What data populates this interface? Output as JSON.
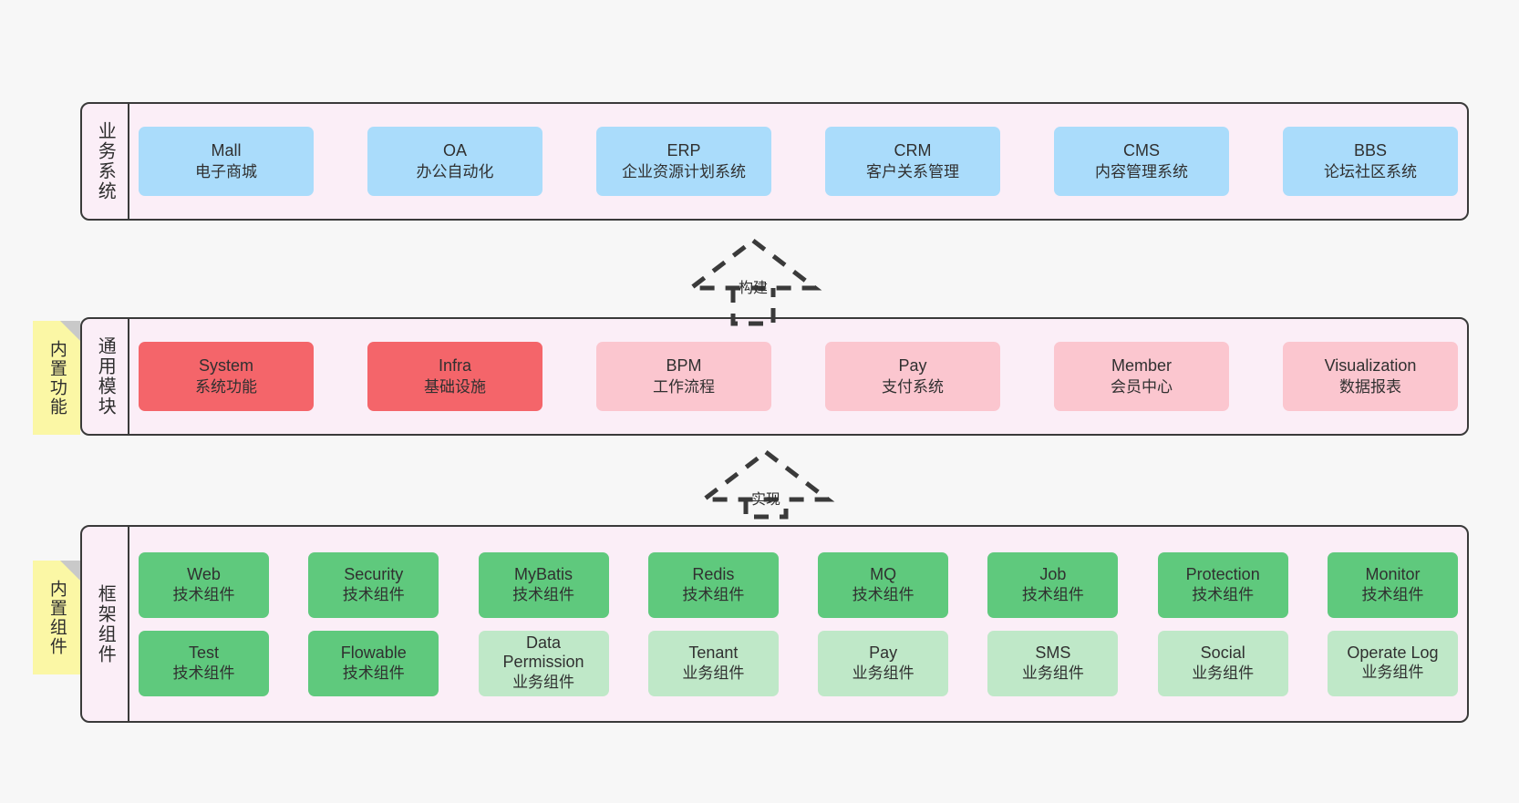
{
  "diagram": {
    "title": "ruoyi-vue-pro architecture layers",
    "background": "#f7f7f7",
    "band_bg": "#fbeef7",
    "band_border": "#3a3a3a",
    "note_bg": "#fbf7a5",
    "colors": {
      "blue": "#aadcfb",
      "red": "#f4656a",
      "pink": "#fbc6cf",
      "green": "#5fc97d",
      "light_green": "#bfe8c8"
    }
  },
  "layers": {
    "business": {
      "label": "业务系统",
      "cards": [
        {
          "en": "Mall",
          "cn": "电子商城"
        },
        {
          "en": "OA",
          "cn": "办公自动化"
        },
        {
          "en": "ERP",
          "cn": "企业资源计划系统"
        },
        {
          "en": "CRM",
          "cn": "客户关系管理"
        },
        {
          "en": "CMS",
          "cn": "内容管理系统"
        },
        {
          "en": "BBS",
          "cn": "论坛社区系统"
        }
      ]
    },
    "common": {
      "label": "通用模块",
      "note": "内置功能",
      "cards": [
        {
          "en": "System",
          "cn": "系统功能",
          "color": "red"
        },
        {
          "en": "Infra",
          "cn": "基础设施",
          "color": "red"
        },
        {
          "en": "BPM",
          "cn": "工作流程",
          "color": "pink"
        },
        {
          "en": "Pay",
          "cn": "支付系统",
          "color": "pink"
        },
        {
          "en": "Member",
          "cn": "会员中心",
          "color": "pink"
        },
        {
          "en": "Visualization",
          "cn": "数据报表",
          "color": "pink"
        }
      ]
    },
    "framework": {
      "label": "框架组件",
      "note": "内置组件",
      "row1": [
        {
          "en": "Web",
          "cn": "技术组件",
          "color": "green"
        },
        {
          "en": "Security",
          "cn": "技术组件",
          "color": "green"
        },
        {
          "en": "MyBatis",
          "cn": "技术组件",
          "color": "green"
        },
        {
          "en": "Redis",
          "cn": "技术组件",
          "color": "green"
        },
        {
          "en": "MQ",
          "cn": "技术组件",
          "color": "green"
        },
        {
          "en": "Job",
          "cn": "技术组件",
          "color": "green"
        },
        {
          "en": "Protection",
          "cn": "技术组件",
          "color": "green"
        },
        {
          "en": "Monitor",
          "cn": "技术组件",
          "color": "green"
        }
      ],
      "row2": [
        {
          "en": "Test",
          "cn": "技术组件",
          "color": "green"
        },
        {
          "en": "Flowable",
          "cn": "技术组件",
          "color": "green"
        },
        {
          "en": "Data Permission",
          "cn": "业务组件",
          "color": "light_green"
        },
        {
          "en": "Tenant",
          "cn": "业务组件",
          "color": "light_green"
        },
        {
          "en": "Pay",
          "cn": "业务组件",
          "color": "light_green"
        },
        {
          "en": "SMS",
          "cn": "业务组件",
          "color": "light_green"
        },
        {
          "en": "Social",
          "cn": "业务组件",
          "color": "light_green"
        },
        {
          "en": "Operate Log",
          "cn": "业务组件",
          "color": "light_green"
        }
      ]
    }
  },
  "arrows": [
    {
      "label": "构建"
    },
    {
      "label": "实现"
    }
  ]
}
